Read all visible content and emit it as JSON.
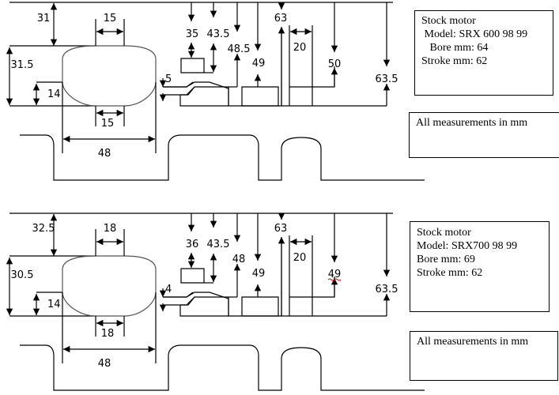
{
  "diagrams": [
    {
      "name": "srx600",
      "info": {
        "lines": [
          "Stock motor",
          " Model: SRX 600 98 99",
          "   Bore mm: 64",
          "Stroke mm: 62"
        ]
      },
      "units_note": "All measurements in mm",
      "dims": {
        "top_to_port": "31",
        "port_top_width": "15",
        "port_height": "31.5",
        "port_lower": "14",
        "port_bottom_width": "15",
        "port_width": "48",
        "boost_step": "5",
        "d35": "35",
        "d43_5": "43.5",
        "d48_5": "48.5",
        "d49": "49",
        "d63": "63",
        "d20": "20",
        "d50": "50",
        "d63_5": "63.5"
      }
    },
    {
      "name": "srx700",
      "info": {
        "lines": [
          "Stock motor",
          "Model: SRX700 98 99",
          "Bore mm: 69",
          "Stroke mm: 62"
        ]
      },
      "units_note": "All measurements in mm",
      "dims": {
        "top_to_port": "32.5",
        "port_top_width": "18",
        "port_height": "30.5",
        "port_lower": "14",
        "port_bottom_width": "18",
        "port_width": "48",
        "boost_step": "4",
        "d35": "36",
        "d43_5": "43.5",
        "d48_5": "48",
        "d49": "49",
        "d63": "63",
        "d20": "20",
        "d50": "49",
        "d63_5": "63.5"
      }
    }
  ]
}
